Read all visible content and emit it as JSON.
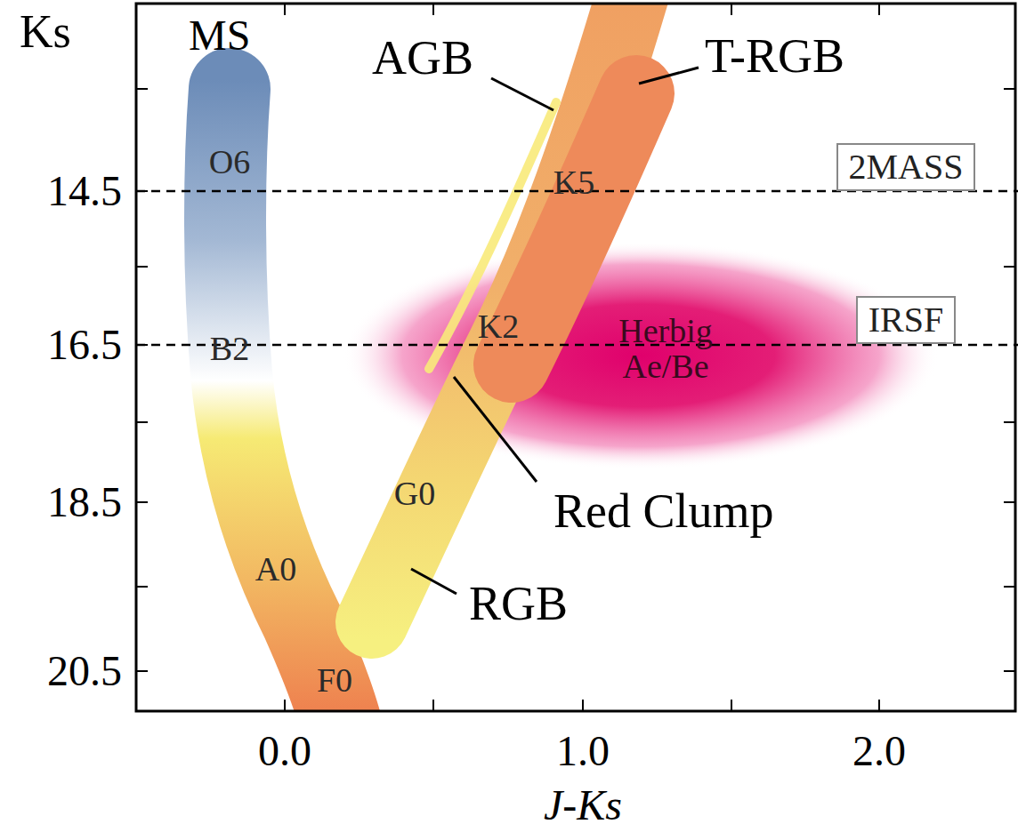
{
  "diagram": {
    "nodes": [
      {
        "text": [
          "2MASS"
        ]
      },
      {
        "text": [
          "IRSF"
        ]
      },
      {
        "text": [
          "Herbig Ae/Be"
        ]
      }
    ],
    "edges": [],
    "labels": [
      "Ks",
      "MS",
      "AGB",
      "T-RGB",
      "O6",
      "K5",
      "14.5",
      "B2",
      "K2",
      "16.5",
      "G0",
      "Red Clump",
      "18.5",
      "A0",
      "RGB",
      "20.5",
      "F0",
      "0.0",
      "1.0",
      "2.0",
      "J-Ks"
    ]
  }
}
